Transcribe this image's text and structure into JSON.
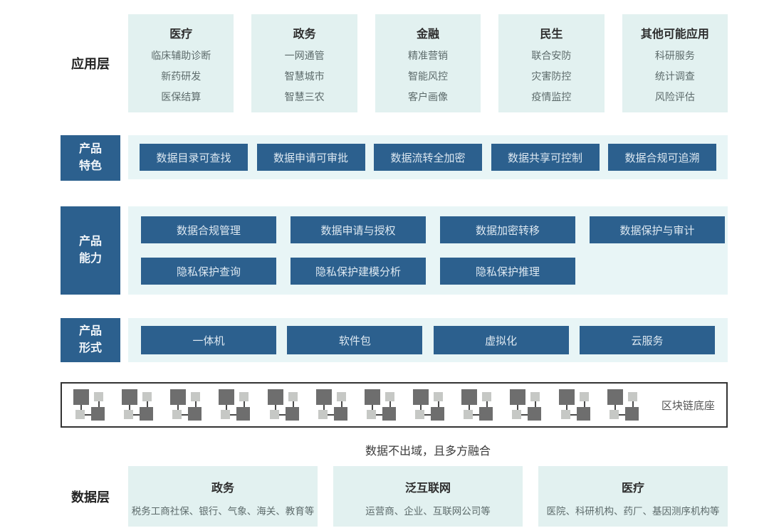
{
  "app_layer": {
    "label": "应用层",
    "columns": [
      {
        "title": "医疗",
        "items": [
          "临床辅助诊断",
          "新药研发",
          "医保结算"
        ]
      },
      {
        "title": "政务",
        "items": [
          "一网通管",
          "智慧城市",
          "智慧三农"
        ]
      },
      {
        "title": "金融",
        "items": [
          "精准营销",
          "智能风控",
          "客户画像"
        ]
      },
      {
        "title": "民生",
        "items": [
          "联合安防",
          "灾害防控",
          "疫情监控"
        ]
      },
      {
        "title": "其他可能应用",
        "items": [
          "科研服务",
          "统计调查",
          "风险评估"
        ]
      }
    ]
  },
  "features_row": {
    "label_lines": [
      "产品",
      "特色"
    ],
    "items": [
      "数据目录可查找",
      "数据申请可审批",
      "数据流转全加密",
      "数据共享可控制",
      "数据合规可追溯"
    ]
  },
  "capabilities_row": {
    "label_lines": [
      "产品",
      "能力"
    ],
    "row1": [
      "数据合规管理",
      "数据申请与授权",
      "数据加密转移",
      "数据保护与审计"
    ],
    "row2": [
      "隐私保护查询",
      "隐私保护建模分析",
      "隐私保护推理"
    ]
  },
  "forms_row": {
    "label_lines": [
      "产品",
      "形式"
    ],
    "items": [
      "一体机",
      "软件包",
      "虚拟化",
      "云服务"
    ]
  },
  "blockchain": {
    "label": "区块链底座",
    "icon_name": "blockchain-node-icon",
    "icon_count": 12
  },
  "caption": "数据不出域，且多方融合",
  "data_layer": {
    "label": "数据层",
    "columns": [
      {
        "title": "政务",
        "subtitle": "税务工商社保、银行、气象、海关、教育等"
      },
      {
        "title": "泛互联网",
        "subtitle": "运营商、企业、互联网公司等"
      },
      {
        "title": "医疗",
        "subtitle": "医院、科研机构、药厂、基因测序机构等"
      }
    ]
  },
  "colors": {
    "dark_blue": "#2c608e",
    "light_strip": "#e8f5f6",
    "light_box": "#e2f1f0",
    "node_dark": "#6e6e6e",
    "node_light": "#c6c8c5"
  }
}
